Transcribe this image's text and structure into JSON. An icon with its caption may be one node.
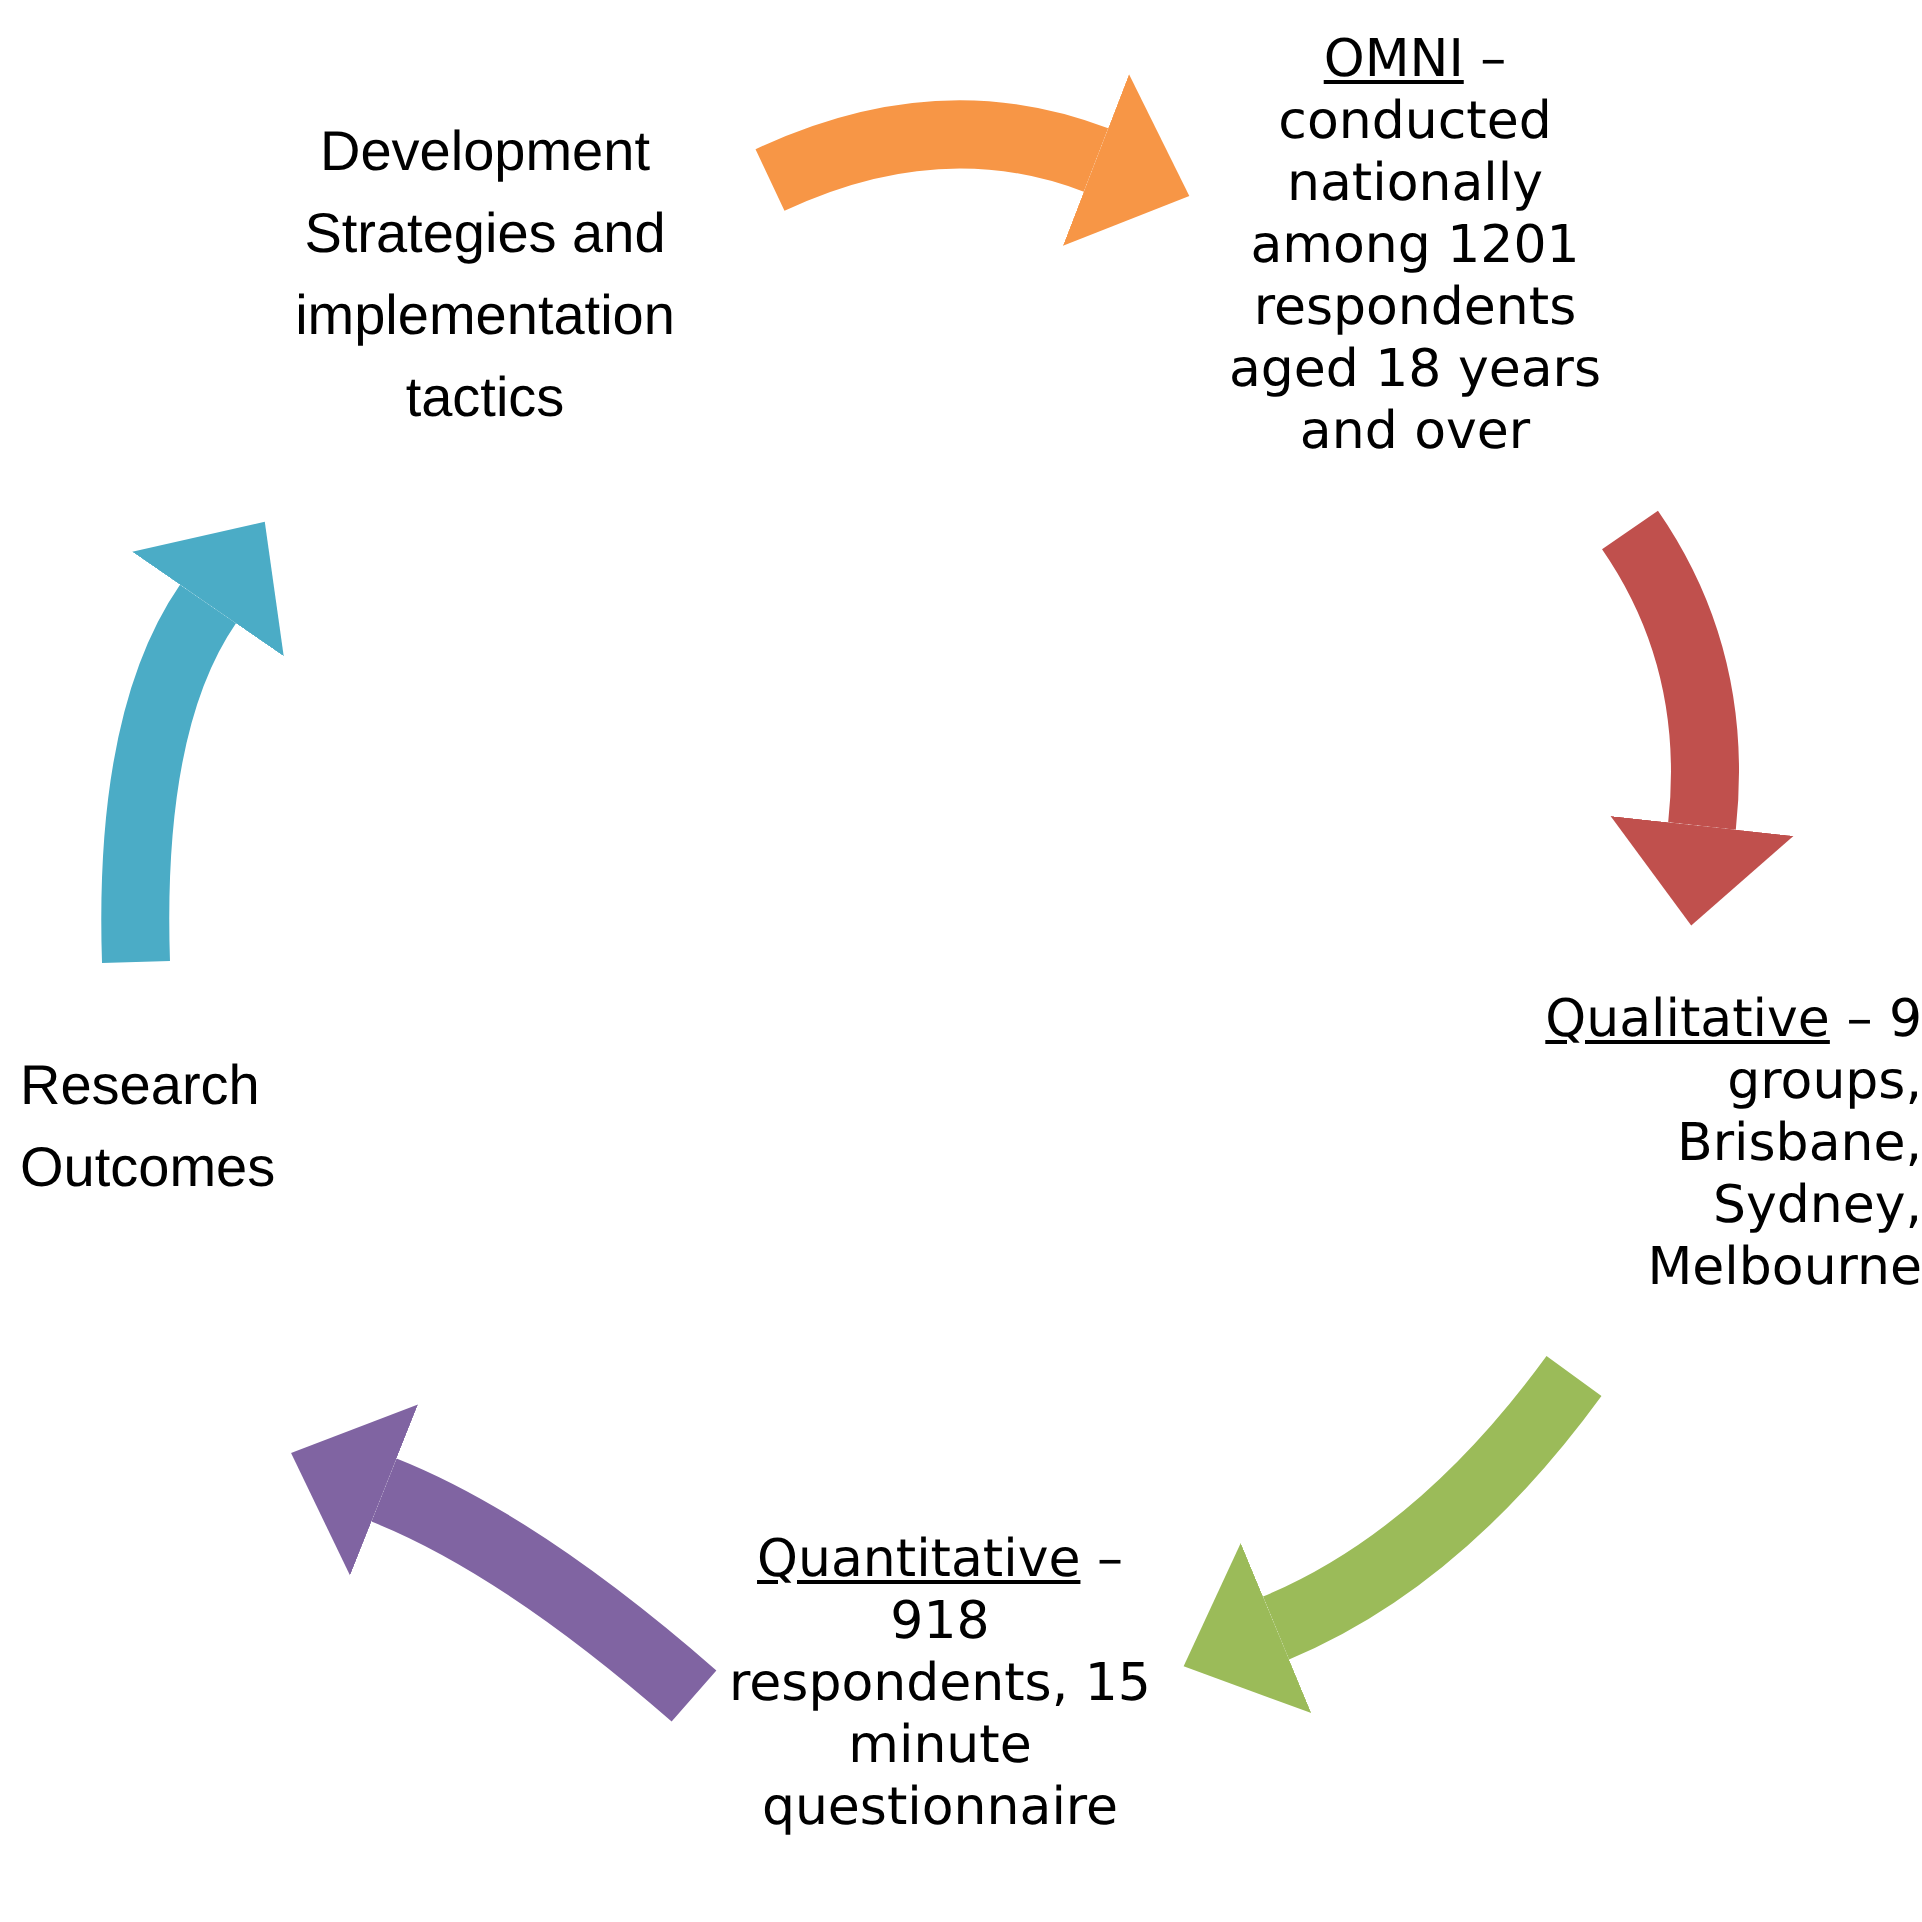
{
  "diagram": {
    "nodes": [
      {
        "text": [
          "Development Strategies and implementation tactics"
        ]
      },
      {
        "text": [
          "OMNI",
          "– conducted nationally among 1201 respondents aged 18 years and over"
        ]
      },
      {
        "text": [
          "Qualitative",
          "– 9 groups, Brisbane, Sydney, Melbourne"
        ]
      },
      {
        "text": [
          "Quantitative",
          "– 918 respondents, 15 minute questionnaire"
        ]
      },
      {
        "text": [
          "Research Outcomes"
        ]
      }
    ],
    "edges": [
      {
        "from": 0,
        "to": 1,
        "arrow": "to",
        "color": "#f79646"
      },
      {
        "from": 1,
        "to": 2,
        "arrow": "to",
        "color": "#c0504d"
      },
      {
        "from": 2,
        "to": 3,
        "arrow": "to",
        "color": "#9bbb59"
      },
      {
        "from": 3,
        "to": 4,
        "arrow": "to",
        "color": "#8064a2"
      },
      {
        "from": 4,
        "to": 0,
        "arrow": "to",
        "color": "#4bacc6"
      }
    ]
  }
}
